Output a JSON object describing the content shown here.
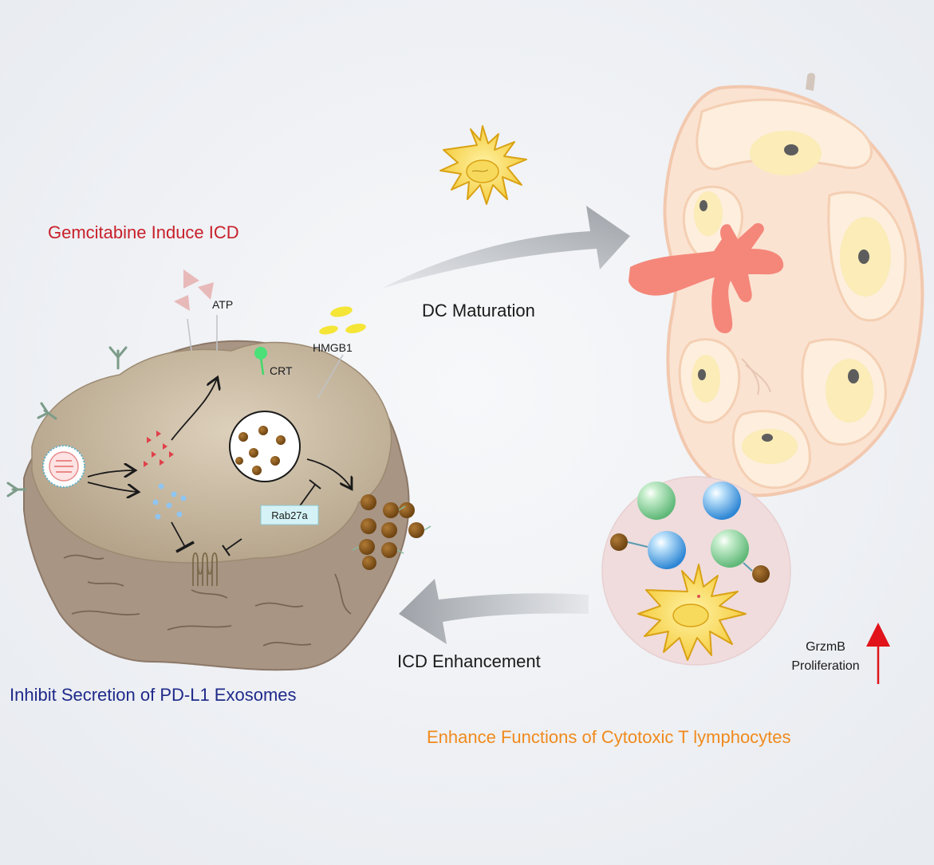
{
  "colors": {
    "background": "#eef1f5",
    "red_title": "#c8202a",
    "blue_title": "#1f2a8a",
    "orange_title": "#f08a1c",
    "tumor_top": "#c6b49a",
    "tumor_body": "#a89585",
    "exosome": "#8a5a1e",
    "arrow_grey": "#b9bcc1",
    "up_arrow": "#e0141a"
  },
  "labels": {
    "gemcitabine_icd": "Gemcitabine Induce ICD",
    "atp": "ATP",
    "crt": "CRT",
    "hmgb1": "HMGB1",
    "rab27a": "Rab27a",
    "dc_maturation": "DC Maturation",
    "icd_enhancement": "ICD Enhancement",
    "inhibit_secretion": "Inhibit Secretion of PD-L1 Exosomes",
    "grzmb": "GrzmB",
    "proliferation": "Proliferation",
    "enhance_ctl": "Enhance Functions of Cytotoxic T lymphocytes"
  }
}
